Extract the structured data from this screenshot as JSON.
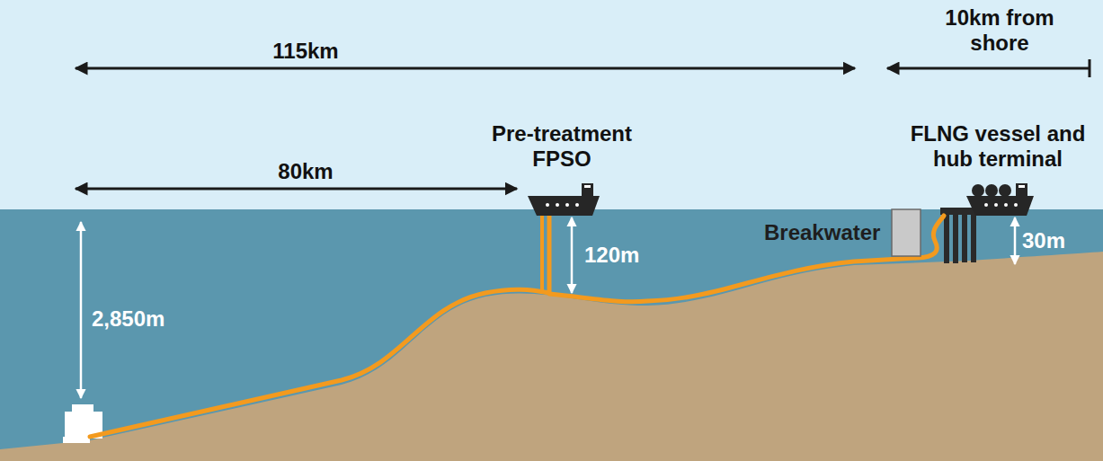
{
  "diagram": {
    "nodes": [
      {
        "text": [
          "Pre-treatment FPSO"
        ]
      },
      {
        "text": [
          "Breakwater"
        ]
      },
      {
        "text": [
          "FLNG vessel and hub terminal"
        ]
      }
    ],
    "edges": [
      {
        "from": 0,
        "to": 2,
        "arrow": "none"
      }
    ],
    "labels": [
      "115km",
      "10km from shore",
      "80km",
      "2,850m",
      "120m",
      "30m"
    ]
  }
}
